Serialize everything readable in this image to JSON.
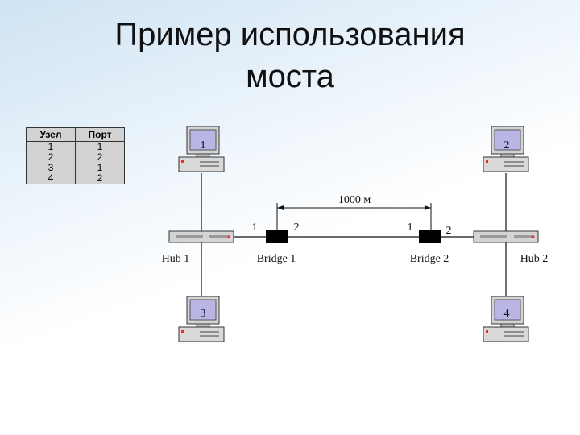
{
  "title": {
    "line1": "Пример использования",
    "line2": "моста"
  },
  "table": {
    "headers": [
      "Узел",
      "Порт"
    ],
    "rows": [
      [
        "1",
        "1"
      ],
      [
        "2",
        "2"
      ],
      [
        "3",
        "1"
      ],
      [
        "4",
        "2"
      ]
    ]
  },
  "computers": {
    "c1": "1",
    "c2": "2",
    "c3": "3",
    "c4": "4"
  },
  "hubs": {
    "hub1": "Hub 1",
    "hub2": "Hub 2"
  },
  "bridges": {
    "bridge1": {
      "name": "Bridge 1",
      "port_left": "1",
      "port_right": "2"
    },
    "bridge2": {
      "name": "Bridge 2",
      "port_left": "1",
      "port_right": "2"
    }
  },
  "distance": "1000 м",
  "colors": {
    "monitor_screen": "#b9b6e6",
    "device_body": "#d4d4d4",
    "bridge": "#000000"
  }
}
